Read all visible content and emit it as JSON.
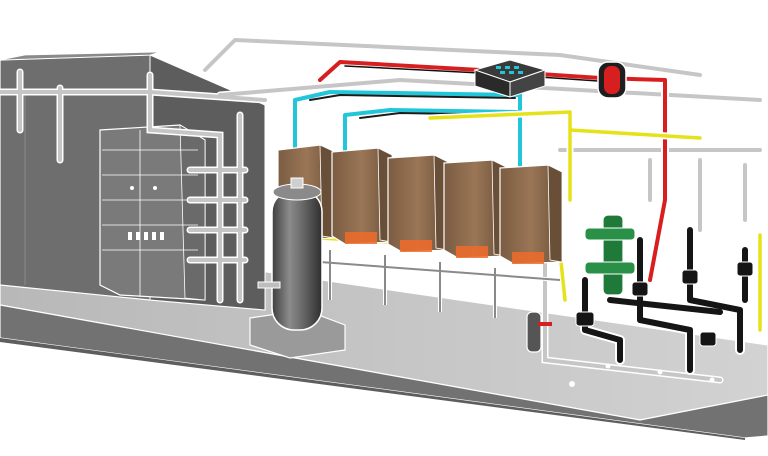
{
  "scene": {
    "colors": {
      "background": "#ffffff",
      "floor_top": "#bdbdbd",
      "floor_front": "#6e6e6e",
      "wall": "#6f6f6f",
      "wall_dark": "#5a5a5a",
      "pipe_grey": "#c9c9c9",
      "pipe_red": "#d81f1f",
      "pipe_cyan": "#22c6d8",
      "pipe_yellow": "#e6e21a",
      "pipe_black": "#151515",
      "boiler": "#8a6a4e",
      "tank": "#5c5c5c",
      "separator": "#1f7a3a",
      "edge": "#ffffff"
    },
    "boiler_count": 5,
    "icons": [
      "boiler-unit",
      "buffer-tank",
      "hydraulic-separator",
      "expansion-vessel",
      "heat-exchanger-box",
      "control-panel"
    ]
  }
}
